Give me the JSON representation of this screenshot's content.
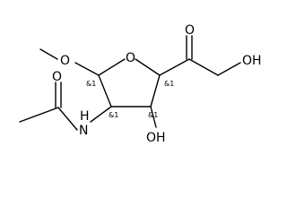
{
  "atoms": {
    "ring_oxygen": "O",
    "methoxy_oxygen": "O",
    "carbonyl_oxygen": "O",
    "amide_oxygen": "O",
    "hydroxyl_ring": "OH",
    "hydroxyl_terminal": "OH",
    "amide_nitrogen": "N",
    "amide_hydrogen": "H"
  },
  "stereo_labels": {
    "c1": "&1",
    "c2": "&1",
    "c3": "&1",
    "c4": "&1"
  }
}
